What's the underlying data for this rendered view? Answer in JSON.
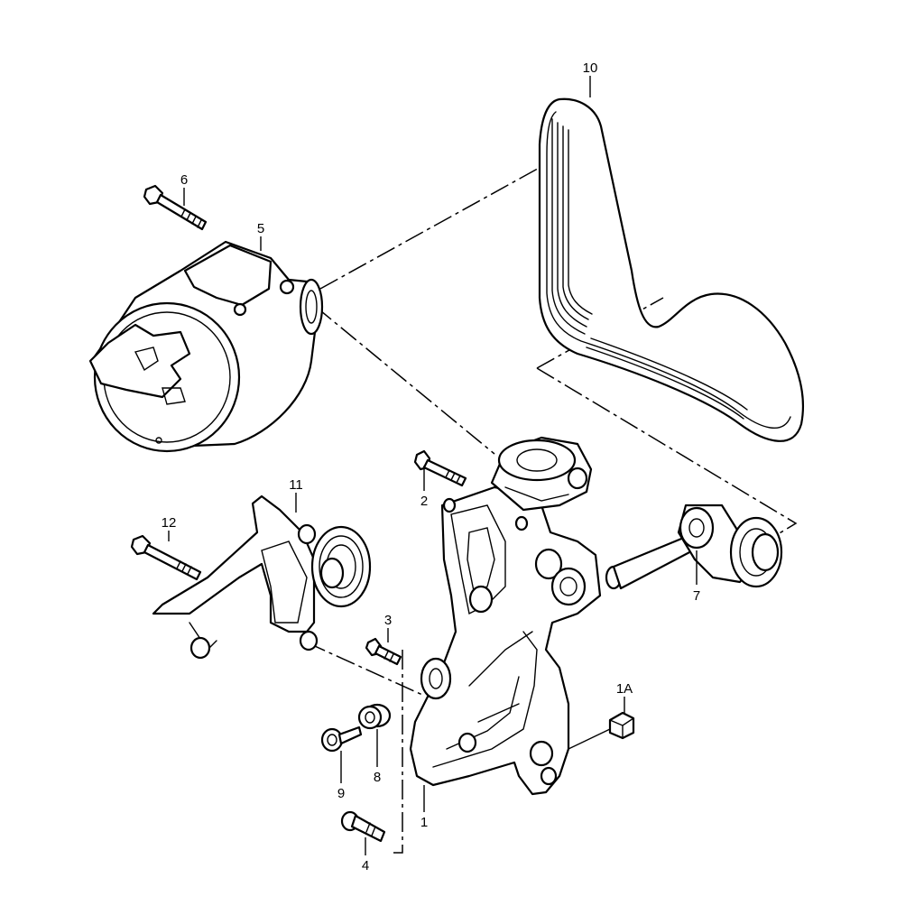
{
  "diagram": {
    "callouts": [
      {
        "id": "c1",
        "label": "1"
      },
      {
        "id": "c1a",
        "label": "1A"
      },
      {
        "id": "c2",
        "label": "2"
      },
      {
        "id": "c3",
        "label": "3"
      },
      {
        "id": "c4",
        "label": "4"
      },
      {
        "id": "c5",
        "label": "5"
      },
      {
        "id": "c6",
        "label": "6"
      },
      {
        "id": "c7",
        "label": "7"
      },
      {
        "id": "c8",
        "label": "8"
      },
      {
        "id": "c9",
        "label": "9"
      },
      {
        "id": "c10",
        "label": "10"
      },
      {
        "id": "c11",
        "label": "11"
      },
      {
        "id": "c12",
        "label": "12"
      }
    ]
  }
}
